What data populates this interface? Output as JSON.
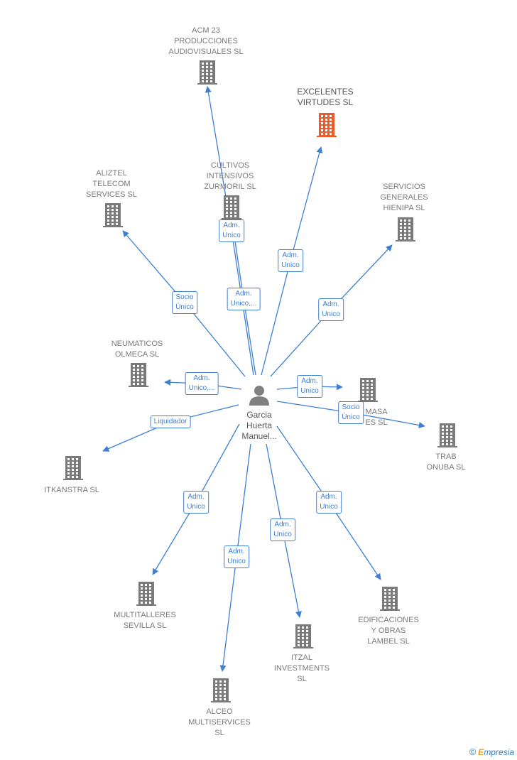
{
  "center": {
    "name": "Garcia\nHuerta\nManuel..."
  },
  "companies": [
    {
      "id": "acm",
      "label": "ACM 23\nPRODUCCIONES\nAUDIOVISUALES SL",
      "highlight": false
    },
    {
      "id": "excelentes",
      "label": "EXCELENTES\nVIRTUDES  SL",
      "highlight": true
    },
    {
      "id": "cultivos",
      "label": "CULTIVOS\nINTENSIVOS\nZURMORIL  SL",
      "highlight": false
    },
    {
      "id": "aliztel",
      "label": "ALIZTEL\nTELECOM\nSERVICES  SL",
      "highlight": false
    },
    {
      "id": "servicios",
      "label": "SERVICIOS\nGENERALES\nHIENIPA  SL",
      "highlight": false
    },
    {
      "id": "neumaticos",
      "label": "NEUMATICOS\nOLMECA SL",
      "highlight": false
    },
    {
      "id": "masa",
      "label": "MASA\nES  SL",
      "highlight": false
    },
    {
      "id": "trab",
      "label": "TRAB\nONUBA  SL",
      "highlight": false
    },
    {
      "id": "itkanstra",
      "label": "ITKANSTRA  SL",
      "highlight": false
    },
    {
      "id": "multitalleres",
      "label": "MULTITALLERES\nSEVILLA  SL",
      "highlight": false
    },
    {
      "id": "edificaciones",
      "label": "EDIFICACIONES\nY OBRAS\nLAMBEL SL",
      "highlight": false
    },
    {
      "id": "itzal",
      "label": "ITZAL\nINVESTMENTS\nSL",
      "highlight": false
    },
    {
      "id": "alceo",
      "label": "ALCEO\nMULTISERVICES\nSL",
      "highlight": false
    }
  ],
  "edges": [
    {
      "target": "acm",
      "label": "Adm.\nUnico"
    },
    {
      "target": "excelentes",
      "label": "Adm.\nUnico"
    },
    {
      "target": "cultivos",
      "label": "Adm.\nUnico,..."
    },
    {
      "target": "aliztel",
      "label": "Socio\nÚnico"
    },
    {
      "target": "servicios",
      "label": "Adm.\nUnico"
    },
    {
      "target": "neumaticos",
      "label": "Adm.\nUnico,..."
    },
    {
      "target": "masa",
      "label": "Adm.\nUnico"
    },
    {
      "target": "trab",
      "label": "Socio\nÚnico"
    },
    {
      "target": "itkanstra",
      "label": "Liquidador"
    },
    {
      "target": "multitalleres",
      "label": "Adm.\nUnico"
    },
    {
      "target": "edificaciones",
      "label": "Adm.\nUnico"
    },
    {
      "target": "itzal",
      "label": "Adm.\nUnico"
    },
    {
      "target": "alceo",
      "label": "Adm.\nUnico"
    }
  ],
  "colors": {
    "edge": "#3c7fd4",
    "building": "#7a7a7a",
    "highlight": "#f05a28",
    "person": "#808080"
  },
  "footer": {
    "copyright": "©",
    "brand_e": "E",
    "brand_rest": "mpresia"
  }
}
